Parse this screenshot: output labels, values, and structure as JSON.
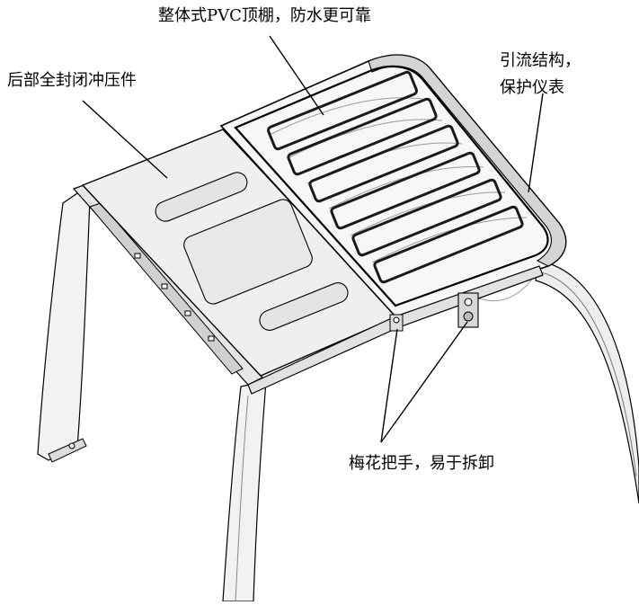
{
  "annotations": {
    "top": "整体式PVC顶棚，防水更可靠",
    "left": "后部全封闭冲压件",
    "right_line1": "引流结构，",
    "right_line2": "保护仪表",
    "bottom": "梅花把手，易于拆卸"
  },
  "colors": {
    "line": "#000000",
    "frame_light": "#f2f2f2",
    "frame_shade": "#c8c8c8",
    "panel": "#efefef",
    "canopy_strip": "#1a1a1a"
  }
}
